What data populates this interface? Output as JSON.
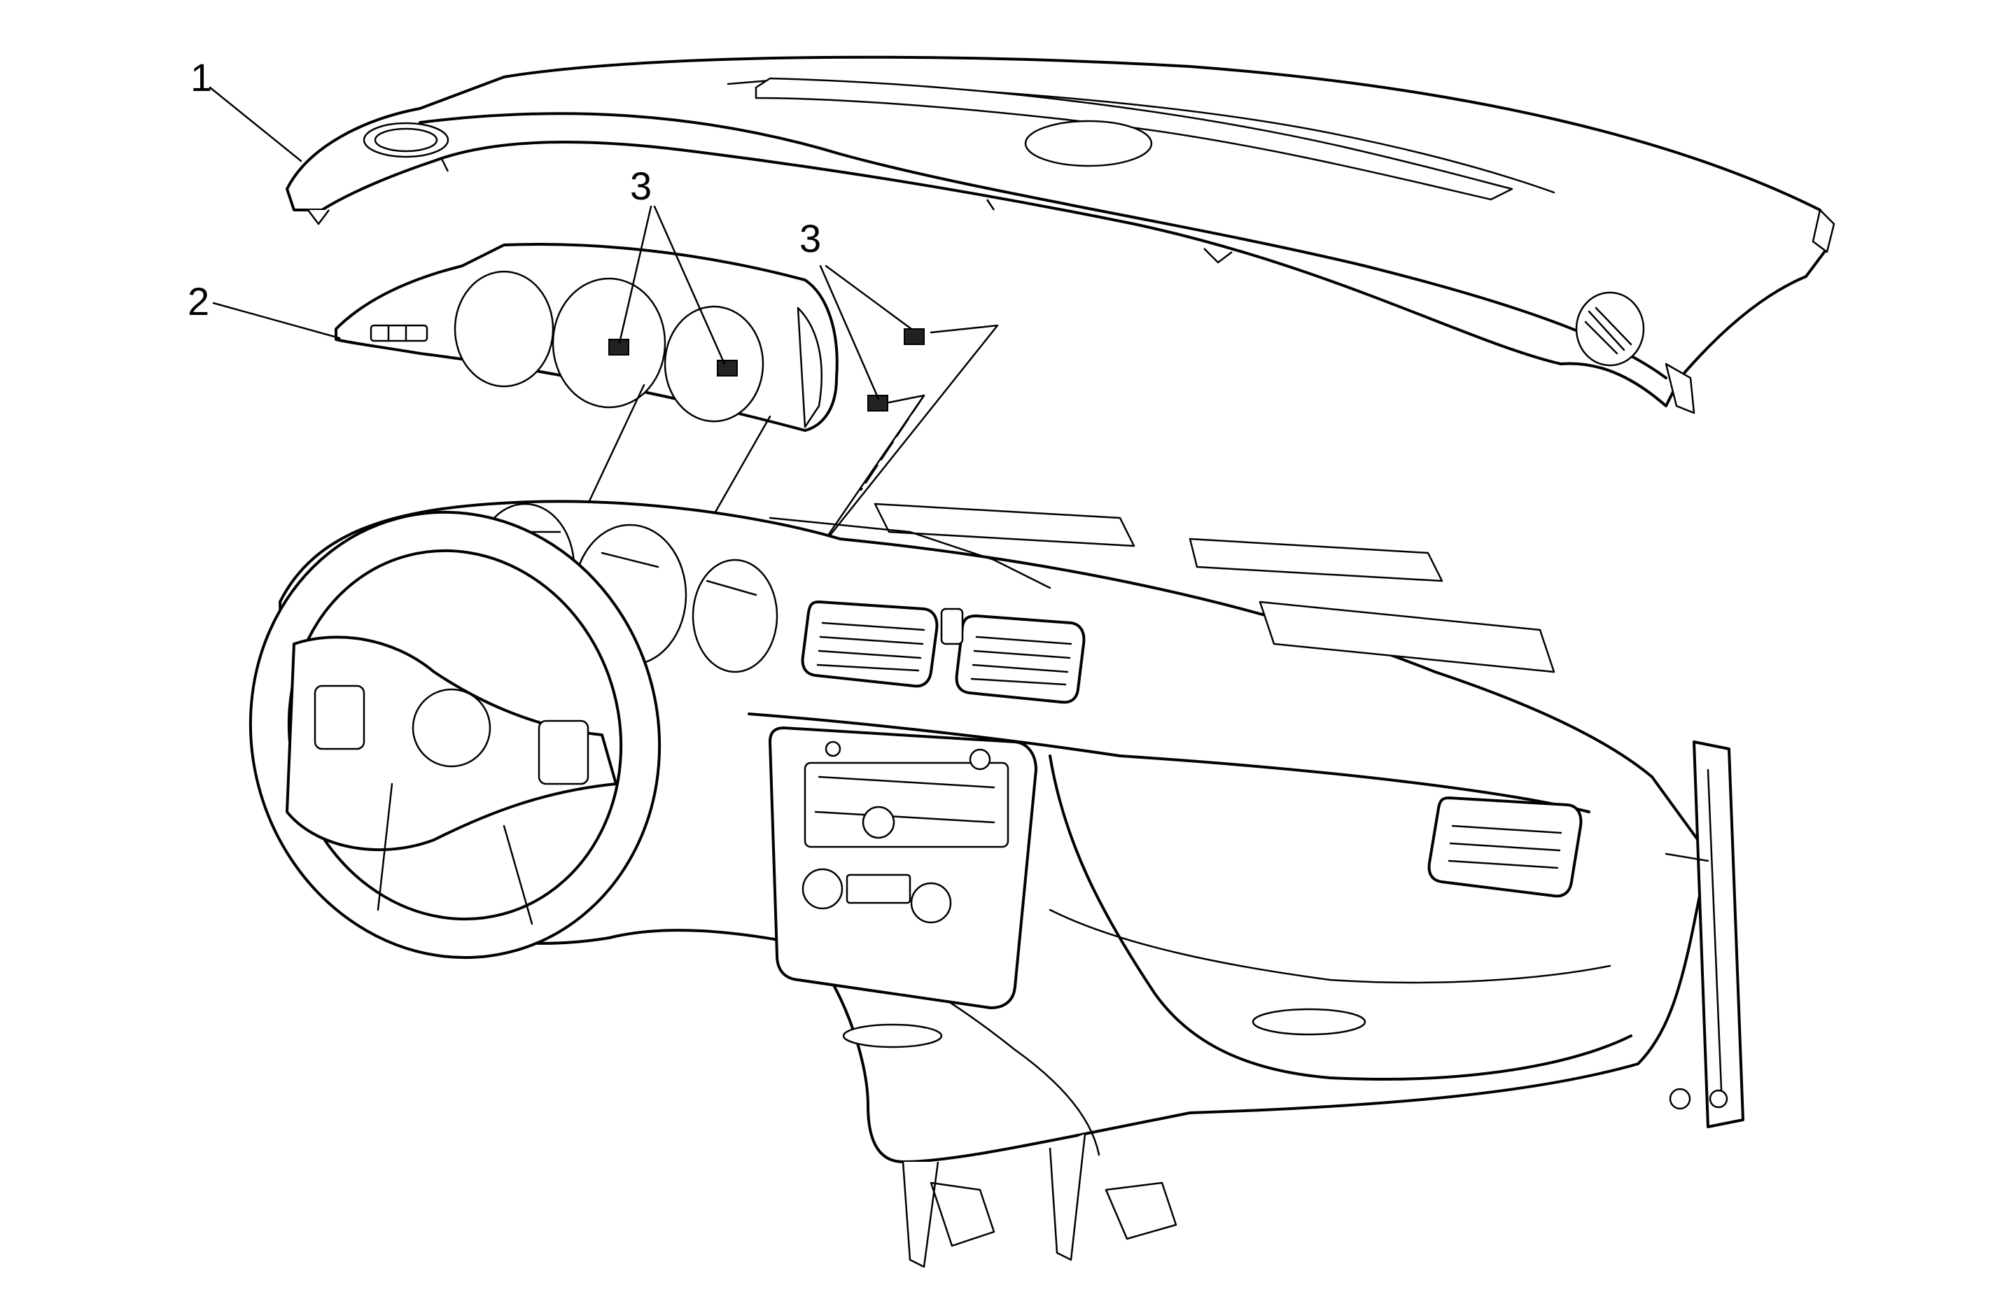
{
  "callouts": [
    {
      "id": "1",
      "label": "1"
    },
    {
      "id": "2",
      "label": "2"
    },
    {
      "id": "3a",
      "label": "3"
    },
    {
      "id": "3b",
      "label": "3"
    }
  ]
}
